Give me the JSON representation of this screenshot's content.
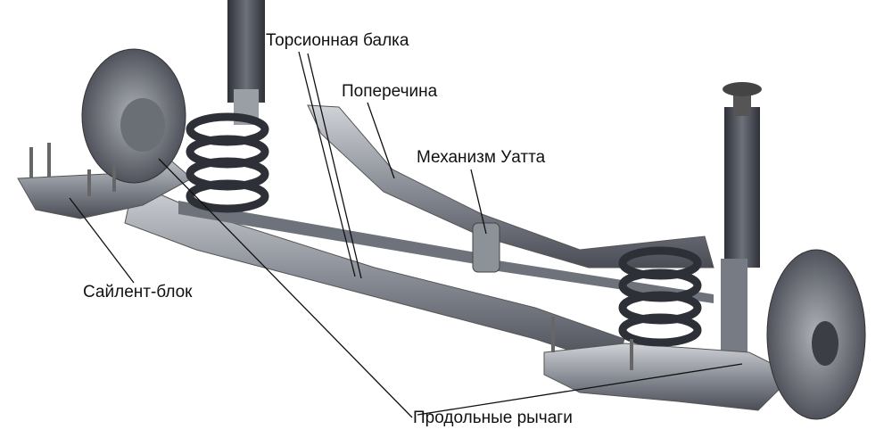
{
  "labels": {
    "torsion_beam": "Торсионная балка",
    "crossmember": "Поперечина",
    "watts_linkage": "Механизм Уатта",
    "silent_block": "Сайлент-блок",
    "trailing_arms": "Продольные рычаги"
  },
  "colors": {
    "metal_dark": "#3a3d44",
    "metal_mid": "#7b7f88",
    "metal_light": "#c4c7cd",
    "leader": "#111111"
  }
}
